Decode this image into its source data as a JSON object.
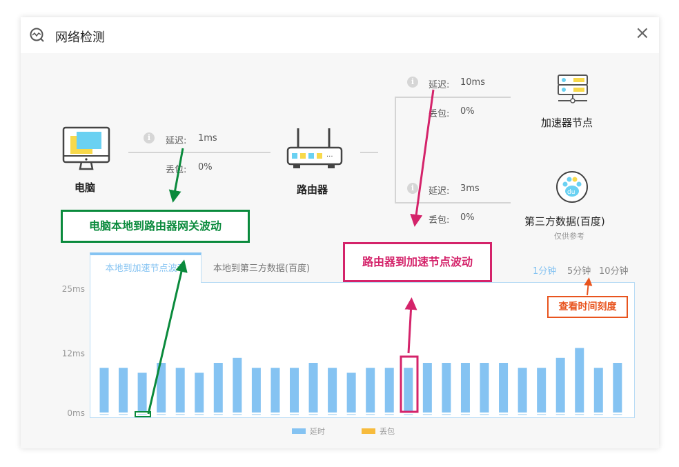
{
  "window": {
    "title": "网络检测",
    "close": "×"
  },
  "nodes": {
    "pc": "电脑",
    "router": "路由器",
    "accel": "加速器节点",
    "third": "第三方数据(百度)",
    "third_note": "仅供参考"
  },
  "links": {
    "pc_router": {
      "latency_label": "延迟:",
      "latency": "1ms",
      "loss_label": "丢包:",
      "loss": "0%"
    },
    "router_accel": {
      "latency_label": "延迟:",
      "latency": "10ms",
      "loss_label": "丢包:",
      "loss": "0%"
    },
    "router_third": {
      "latency_label": "延迟:",
      "latency": "3ms",
      "loss_label": "丢包:",
      "loss": "0%"
    }
  },
  "tabs": [
    {
      "label": "本地到加速节点波动",
      "active": true
    },
    {
      "label": "本地到第三方数据(百度)",
      "active": false
    }
  ],
  "time_scales": [
    {
      "label": "1分钟",
      "active": true
    },
    {
      "label": "5分钟",
      "active": false
    },
    {
      "label": "10分钟",
      "active": false
    }
  ],
  "annotations": {
    "green": "电脑本地到路由器网关波动",
    "magenta": "路由器到加速节点波动",
    "orange": "查看时间刻度"
  },
  "chart_data": {
    "type": "bar",
    "yticks": [
      "25ms",
      "12ms",
      "0ms"
    ],
    "ytick_values": [
      25,
      12,
      0
    ],
    "ylim": [
      0,
      25
    ],
    "series": [
      {
        "name": "延时",
        "color": "#85c3f2",
        "values": [
          9,
          9,
          8,
          10,
          9,
          8,
          10,
          11,
          9,
          9,
          9,
          10,
          9,
          8,
          9,
          9,
          9,
          10,
          10,
          10,
          10,
          10,
          9,
          9,
          11,
          13,
          9,
          10
        ]
      },
      {
        "name": "丢包",
        "color": "#f7bb3c",
        "values": [
          0,
          0,
          0,
          0,
          0,
          0,
          0,
          0,
          0,
          0,
          0,
          0,
          0,
          0,
          0,
          0,
          0,
          0,
          0,
          0,
          0,
          0,
          0,
          0,
          0,
          0,
          0,
          0
        ]
      }
    ],
    "legend": "bottom-center"
  },
  "colors": {
    "accent": "#85c3f2",
    "green": "#0a8a3c",
    "magenta": "#d4236a",
    "orange": "#e8541e"
  }
}
